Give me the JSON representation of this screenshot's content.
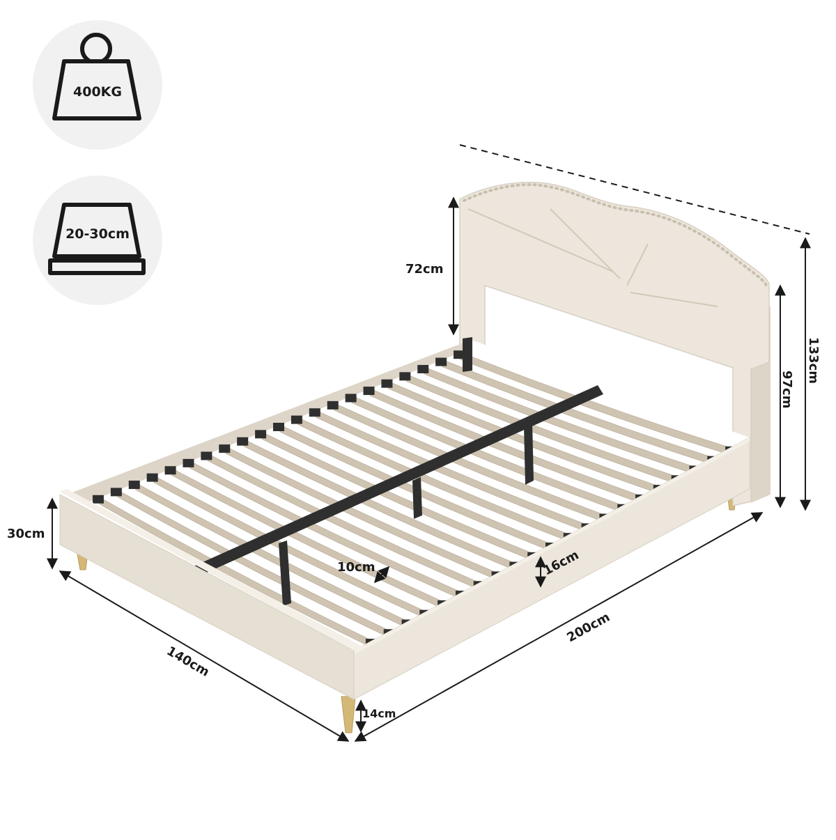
{
  "badges": {
    "weight": {
      "label": "400KG",
      "icon": "weight-icon"
    },
    "mattress": {
      "label": "20-30cm",
      "icon": "mattress-icon"
    }
  },
  "dimensions": {
    "headboard_height": "72cm",
    "total_height": "133cm",
    "headboard_side_height": "97cm",
    "frame_height": "30cm",
    "slat_gap": "10cm",
    "side_rail_height": "16cm",
    "length": "200cm",
    "width": "140cm",
    "leg_height": "14cm"
  },
  "colors": {
    "fabric": "#ece6dc",
    "fabric_shade": "#ddd5c8",
    "slat": "#cfc4b2",
    "metal": "#2f2f2f",
    "leg": "#d4b878",
    "badge_bg": "#f1f1f1",
    "line": "#1a1a1a"
  },
  "slat_count": 21
}
